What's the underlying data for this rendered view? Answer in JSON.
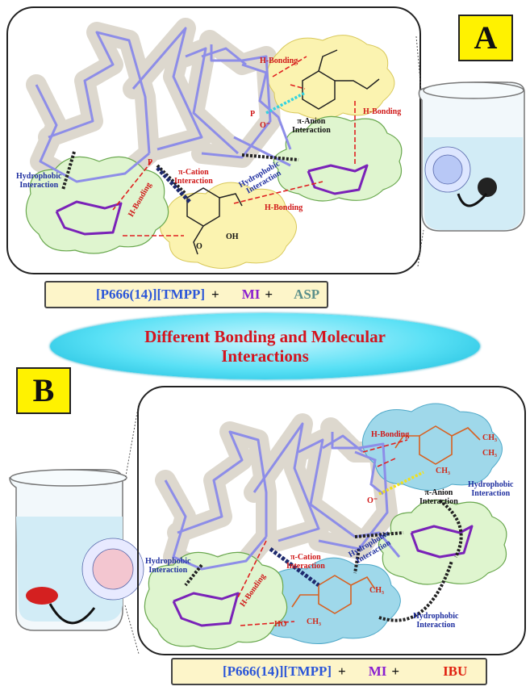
{
  "panel_a": {
    "letter": "A",
    "labels": {
      "h_bonding_1": "H-Bonding",
      "h_bonding_2": "H-Bonding",
      "h_bonding_3": "H-Bonding",
      "h_bonding_4": "H-Bonding",
      "pi_anion": "π-Anion\nInteraction",
      "pi_cation": "π-Cation\nInteraction",
      "hydrophobic_1": "Hydrophobic\nInteraction",
      "hydrophobic_2": "Hydrophobic\nInteraction",
      "p_atom": "P",
      "p_plus": "P",
      "o_minus": "O⁻",
      "oh": "OH",
      "o_atom": "O"
    },
    "legend": {
      "ionic_liquid": "[P666(14)][TMPP]",
      "plus_1": "+",
      "mi": "MI",
      "plus_2": "+",
      "drug": "ASP"
    }
  },
  "title": {
    "line1": "Different Bonding and Molecular",
    "line2": "Interactions"
  },
  "panel_b": {
    "letter": "B",
    "labels": {
      "h_bonding_1": "H-Bonding",
      "h_bonding_2": "H-Bonding",
      "pi_anion": "π-Anion\nInteraction",
      "pi_cation": "π-Cation\nInteraction",
      "hydrophobic_1": "Hydrophobic\nInteraction",
      "hydrophobic_2": "Hydrophobic\nInteraction",
      "hydrophobic_3": "Hydrophobic\nInteraction",
      "hydrophobic_4": "Hydrophobic\nInteraction",
      "ch3_1": "CH₃",
      "ch3_2": "CH₃",
      "ch3_3": "CH₃",
      "ch3_4": "CH₃",
      "ch3_5": "CH₃",
      "ho": "HO",
      "o_minus": "O⁻"
    },
    "legend": {
      "ionic_liquid": "[P666(14)][TMPP]",
      "plus_1": "+",
      "mi": "MI",
      "plus_2": "+",
      "drug": "IBU"
    }
  },
  "colors": {
    "chain": "#8d8de8",
    "halo": "#d8d2c6",
    "yellow_cloud": "#fbf3b0",
    "green_cloud": "#dff5cf",
    "blue_cloud": "#9fd8ea",
    "sugar": "#7a22b8",
    "h_bond": "#e02020",
    "hydrophobic": "#1f2fa0",
    "title_text": "#d4141e",
    "legend_blue": "#2a55d8",
    "legend_purple": "#8a1fd0",
    "legend_gray": "#5a8f8a",
    "legend_red": "#e02010"
  }
}
